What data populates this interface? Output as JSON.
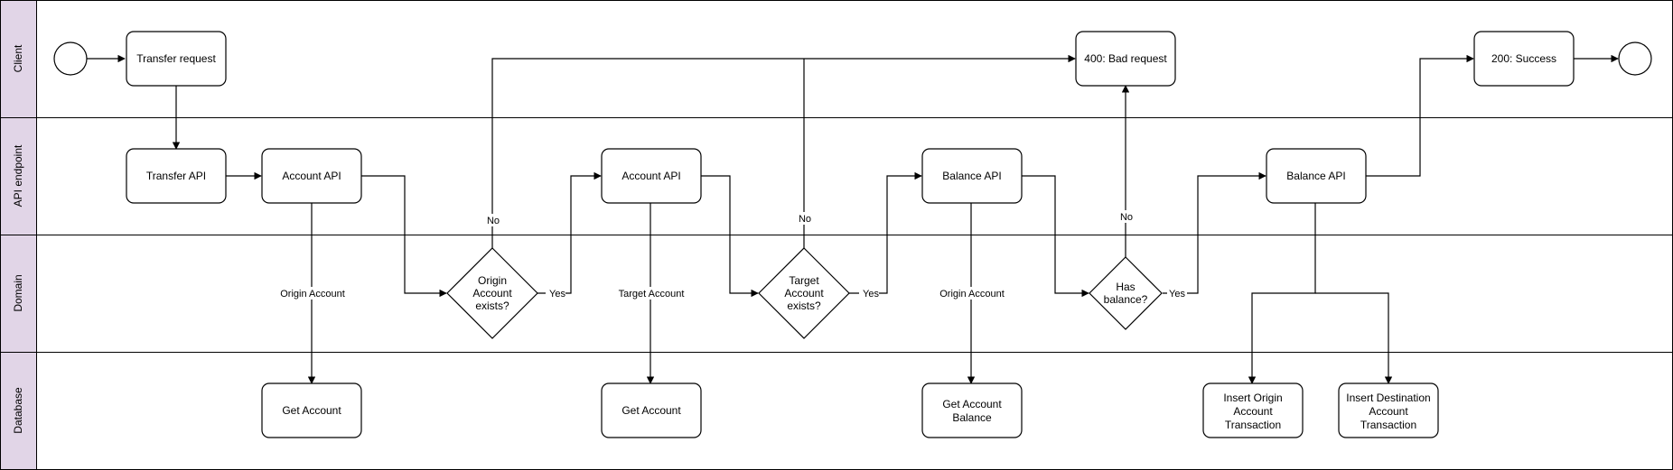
{
  "colors": {
    "lane_header_fill": "#e1d5e7",
    "stroke": "#000000",
    "node_fill": "#ffffff"
  },
  "lanes": [
    {
      "id": "client",
      "label": "Client"
    },
    {
      "id": "api",
      "label": "API endpoint"
    },
    {
      "id": "domain",
      "label": "Domain"
    },
    {
      "id": "database",
      "label": "Database"
    }
  ],
  "nodes": {
    "start": {
      "kind": "start-event"
    },
    "end": {
      "kind": "end-event"
    },
    "transfer_request": {
      "label": "Transfer request"
    },
    "bad_request": {
      "label": "400: Bad request"
    },
    "success": {
      "label": "200: Success"
    },
    "transfer_api": {
      "label": "Transfer API"
    },
    "account_api_1": {
      "label": "Account API"
    },
    "account_api_2": {
      "label": "Account API"
    },
    "balance_api_1": {
      "label": "Balance API"
    },
    "balance_api_2": {
      "label": "Balance API"
    },
    "origin_exists": {
      "lines": [
        "Origin",
        "Account",
        "exists?"
      ]
    },
    "target_exists": {
      "lines": [
        "Target",
        "Account",
        "exists?"
      ]
    },
    "has_balance": {
      "lines": [
        "Has",
        "balance?"
      ]
    },
    "get_account_1": {
      "label": "Get Account"
    },
    "get_account_2": {
      "label": "Get Account"
    },
    "get_account_balance": {
      "lines": [
        "Get Account",
        "Balance"
      ]
    },
    "insert_origin": {
      "lines": [
        "Insert Origin",
        "Account",
        "Transaction"
      ]
    },
    "insert_destination": {
      "lines": [
        "Insert Destination",
        "Account",
        "Transaction"
      ]
    }
  },
  "edge_labels": {
    "origin_account": "Origin Account",
    "target_account": "Target Account",
    "origin_account_balance": "Origin Account",
    "origin_yes": "Yes",
    "origin_no": "No",
    "target_yes": "Yes",
    "target_no": "No",
    "balance_yes": "Yes",
    "balance_no": "No"
  }
}
